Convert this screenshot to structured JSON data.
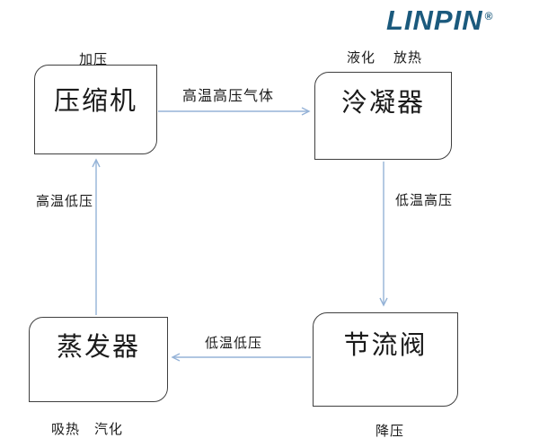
{
  "logo": {
    "text": "LINPIN",
    "registered_mark": "®",
    "color": "#1b5a7d"
  },
  "diagram": {
    "title_implied": "refrigeration-cycle-flow",
    "boxes": [
      {
        "id": "compressor",
        "label": "压缩机"
      },
      {
        "id": "condenser",
        "label": "泠凝器"
      },
      {
        "id": "throttle-valve",
        "label": "节流阀"
      },
      {
        "id": "evaporator",
        "label": "蒸发器"
      }
    ],
    "flow_labels": [
      {
        "id": "pressurize",
        "text": "加压"
      },
      {
        "id": "liquefy",
        "text": "液化"
      },
      {
        "id": "release-heat",
        "text": "放热"
      },
      {
        "id": "high-temp-high-pressure-gas",
        "text": "高温高压气体"
      },
      {
        "id": "low-temp-high-pressure",
        "text": "低温高压"
      },
      {
        "id": "high-temp-low-pressure",
        "text": "高温低压"
      },
      {
        "id": "low-temp-low-pressure",
        "text": "低温低压"
      },
      {
        "id": "absorb-heat",
        "text": "吸热"
      },
      {
        "id": "vaporize",
        "text": "汽化"
      },
      {
        "id": "depressurize",
        "text": "降压"
      }
    ],
    "arrows": [
      {
        "id": "compressor-to-condenser",
        "direction": "right",
        "label": "高温高压气体"
      },
      {
        "id": "condenser-to-throttle",
        "direction": "down",
        "label": "低温高压"
      },
      {
        "id": "throttle-to-evaporator",
        "direction": "left",
        "label": "低温低压"
      },
      {
        "id": "evaporator-to-compressor",
        "direction": "up",
        "label": "高温低压"
      }
    ],
    "colors": {
      "arrow": "#95b3d7",
      "box_border": "#3f3f3f",
      "text": "#1a1a1a",
      "background": "#ffffff"
    }
  }
}
